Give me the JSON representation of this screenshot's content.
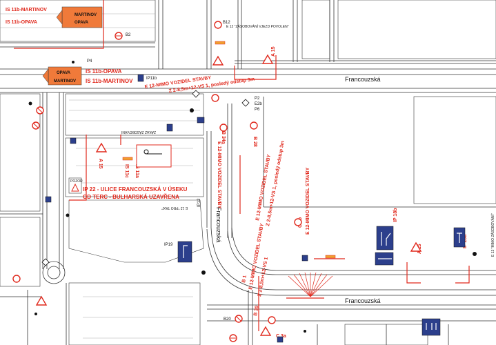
{
  "streets": {
    "top": "Francouzská",
    "bottom": "Francouzská",
    "vertical": "Francouzská"
  },
  "direction_signs": [
    {
      "top": "MARTINOV",
      "bottom": "OPAVA"
    },
    {
      "top": "OPAVA",
      "bottom": "MARTINOV"
    }
  ],
  "red_labels": {
    "is11b_top": "IS 11b-MARTINOV",
    "is11b_opava_top": "IS 11b-OPAVA",
    "is11b_opava": "IS 11b-OPAVA",
    "is11b_martinov": "IS 11b-MARTINOV",
    "ip22_line1": "IP 22 - ULICE FRANCOUZSKÁ V ÚSEKU",
    "ip22_line2": "OD TERC - BULHARSKÁ UZAVŘENA",
    "e12_top": "E 12-MIMO VOZIDEL STAVBY",
    "z2_top": "Z 2-8,5m+12-VS 1, posledý odstup 3m",
    "e12_mid": "E 12-MIMO VOZIDEL STAVBY",
    "b34a": "B 34a",
    "b28": "B 28",
    "a15_left": "A 15",
    "is11c": "IS 11c",
    "is11a": "IS 11a",
    "e12_lower": "E 12-MIMO VOZIDEL STAVBY",
    "z2_lower": "Z 2-8,5m+12-VS 1, posledý odstup 3m",
    "b1": "B 1",
    "e12_b1": "E 12-MIMO VOZIDEL STAVBY",
    "z2_b1": "Z 2-8,5m+12-VS 1",
    "b30": "B 30",
    "c3a": "C 3a",
    "c3b": "C 3b",
    "e12_c3b": "E 12-MIMO VOZIDEL STAVBY",
    "a15_right": "A 15",
    "ip10a": "IP 10a",
    "ip18b": "IP 18b",
    "a15_topright": "A 15"
  },
  "black_labels": {
    "b2": "B2",
    "b12": "B12",
    "e12_zakaz": "E 12 \"ZÁSOBOVÁNÍ VJEZD POVOLEN\"",
    "ip11b": "IP11b",
    "p2": "P2",
    "p6": "P6",
    "e2b": "E2b",
    "p4": "P4",
    "b20": "B20",
    "ip12": "IP12",
    "pozor": "POZOR",
    "zakaz_zasob": "ZÁKAZ ZÁSOBOVÁNÍ",
    "e13_zasob": "E 13 \"MIMO ZÁSOBOVÁNÍ\"",
    "e13_parking": "E 12 \"PRO TAXI\"",
    "ip19": "IP19"
  }
}
